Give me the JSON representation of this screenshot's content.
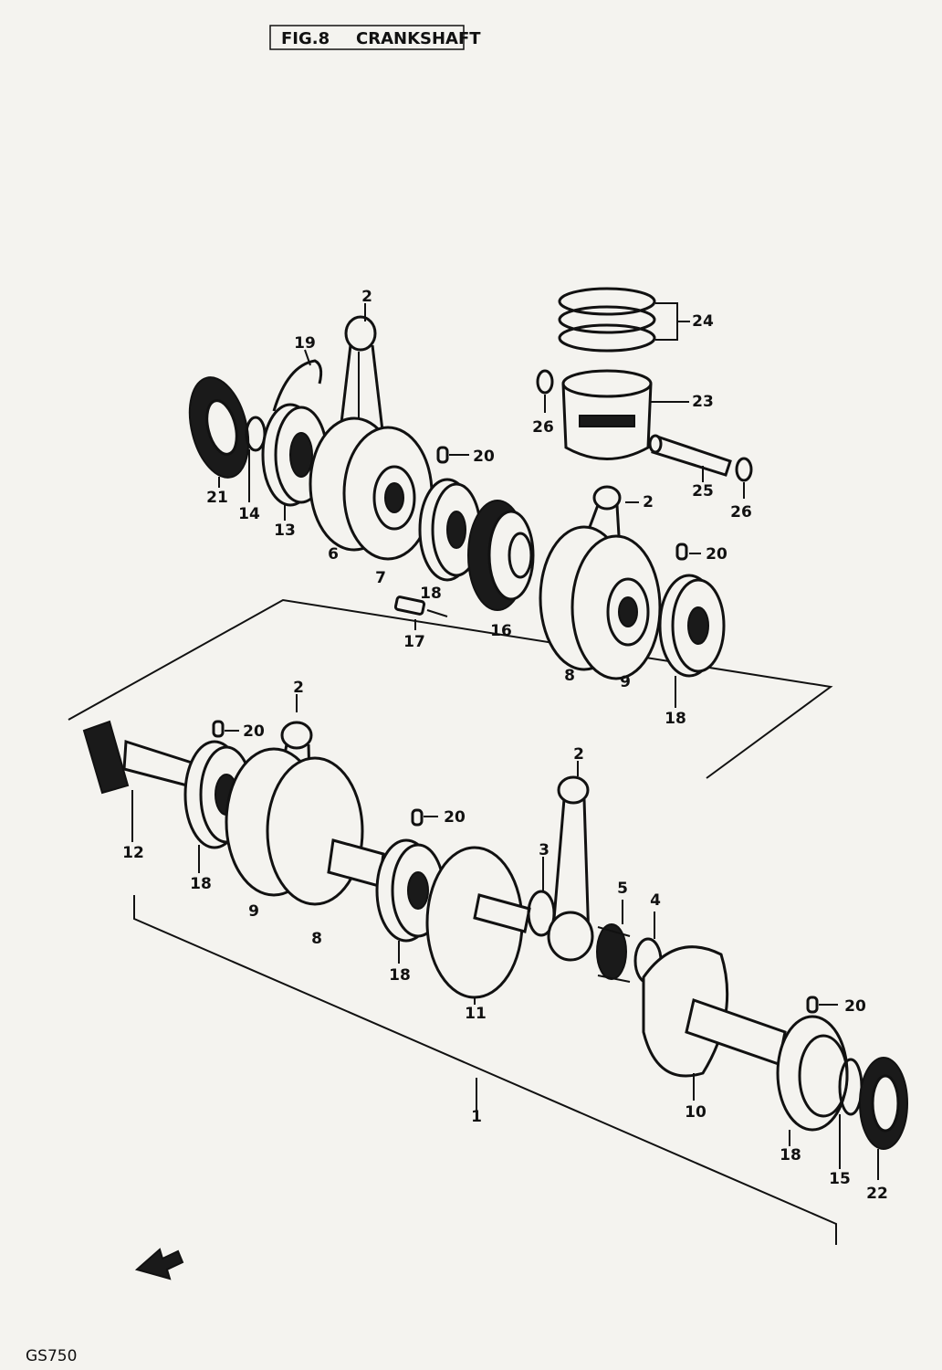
{
  "header": {
    "figure": "FIG.8",
    "title": "CRANKSHAFT"
  },
  "footer": {
    "model": "GS750"
  },
  "callouts": [
    {
      "id": "c2a",
      "text": "2"
    },
    {
      "id": "c19",
      "text": "19"
    },
    {
      "id": "c24",
      "text": "24"
    },
    {
      "id": "c23",
      "text": "23"
    },
    {
      "id": "c26a",
      "text": "26"
    },
    {
      "id": "c25",
      "text": "25"
    },
    {
      "id": "c26b",
      "text": "26"
    },
    {
      "id": "c20a",
      "text": "20"
    },
    {
      "id": "c2b",
      "text": "2"
    },
    {
      "id": "c21",
      "text": "21"
    },
    {
      "id": "c14",
      "text": "14"
    },
    {
      "id": "c13",
      "text": "13"
    },
    {
      "id": "c6",
      "text": "6"
    },
    {
      "id": "c7",
      "text": "7"
    },
    {
      "id": "c18a",
      "text": "18"
    },
    {
      "id": "c16",
      "text": "16"
    },
    {
      "id": "c17",
      "text": "17"
    },
    {
      "id": "c20b",
      "text": "20"
    },
    {
      "id": "c8a",
      "text": "8"
    },
    {
      "id": "c9a",
      "text": "9"
    },
    {
      "id": "c18b",
      "text": "18"
    },
    {
      "id": "c2c",
      "text": "2"
    },
    {
      "id": "c20c",
      "text": "20"
    },
    {
      "id": "c12",
      "text": "12"
    },
    {
      "id": "c18c",
      "text": "18"
    },
    {
      "id": "c9b",
      "text": "9"
    },
    {
      "id": "c8b",
      "text": "8"
    },
    {
      "id": "c2d",
      "text": "2"
    },
    {
      "id": "c20d",
      "text": "20"
    },
    {
      "id": "c3",
      "text": "3"
    },
    {
      "id": "c18d",
      "text": "18"
    },
    {
      "id": "c11",
      "text": "11"
    },
    {
      "id": "c5",
      "text": "5"
    },
    {
      "id": "c4",
      "text": "4"
    },
    {
      "id": "c20e",
      "text": "20"
    },
    {
      "id": "c10",
      "text": "10"
    },
    {
      "id": "c1",
      "text": "1"
    },
    {
      "id": "c18e",
      "text": "18"
    },
    {
      "id": "c15",
      "text": "15"
    },
    {
      "id": "c22",
      "text": "22"
    }
  ]
}
